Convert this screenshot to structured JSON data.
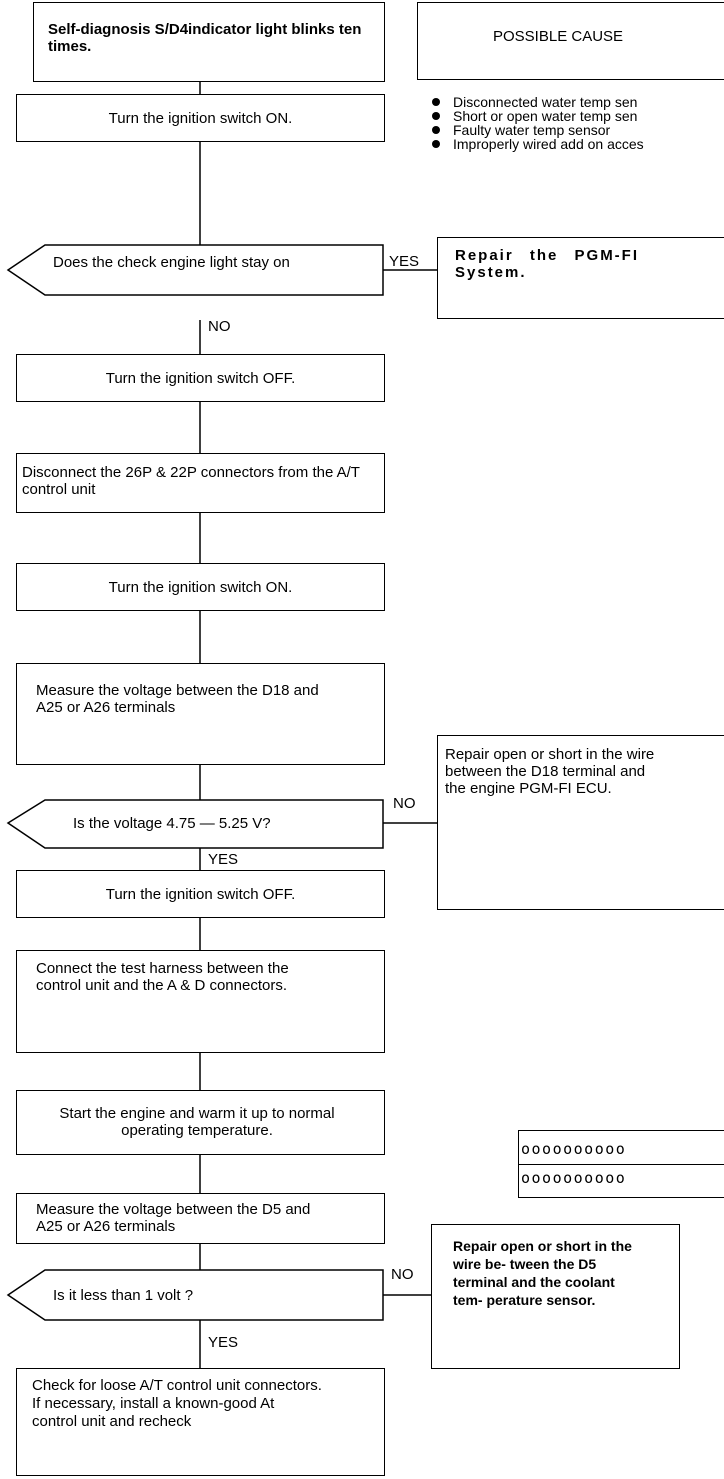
{
  "possible_cause": {
    "title": "POSSIBLE CAUSE",
    "items": [
      "Disconnected water temp sen",
      "Short or open water temp sen",
      "Faulty water temp sensor",
      "Improperly wired add on acces"
    ]
  },
  "steps": {
    "s1": "Self-diagnosis S/D4indicator light blinks ten times.",
    "s2": "Turn the ignition switch ON.",
    "d1": "Does the check engine light stay on",
    "s3": "Turn the ignition switch OFF.",
    "s4": "Disconnect the 26P & 22P connectors from the A/T control unit",
    "s5": "Turn the ignition switch ON.",
    "s6": "Measure the voltage between the D18 and A25 or A26 terminals",
    "d2": "Is the voltage 4.75 — 5.25 V?",
    "s7": "Turn the ignition switch OFF.",
    "s8": "Connect the test harness between the control unit and the A & D connectors.",
    "s9": "Start the engine and warm it up to normal operating temperature.",
    "s10": "Measure the voltage between the D5 and A25 or A26 terminals",
    "d3": "Is it less than 1 volt ?",
    "s11": "Check for loose A/T control unit connectors. If necessary, install a known-good At control unit and recheck"
  },
  "actions": {
    "a1": "Repair the PGM-FI System.",
    "a2": "Repair open or short in the wire between the D18 terminal and the engine PGM-FI ECU.",
    "a3": "Repair open or short in the wire be- tween the D5 terminal and the coolant tem- perature sensor."
  },
  "labels": {
    "yes1": "YES",
    "no1": "NO",
    "no2": "NO",
    "yes2": "YES",
    "no3": "NO",
    "yes3": "YES"
  },
  "connector": {
    "row1": "oooooooooo",
    "row2": "oooooooooo"
  }
}
